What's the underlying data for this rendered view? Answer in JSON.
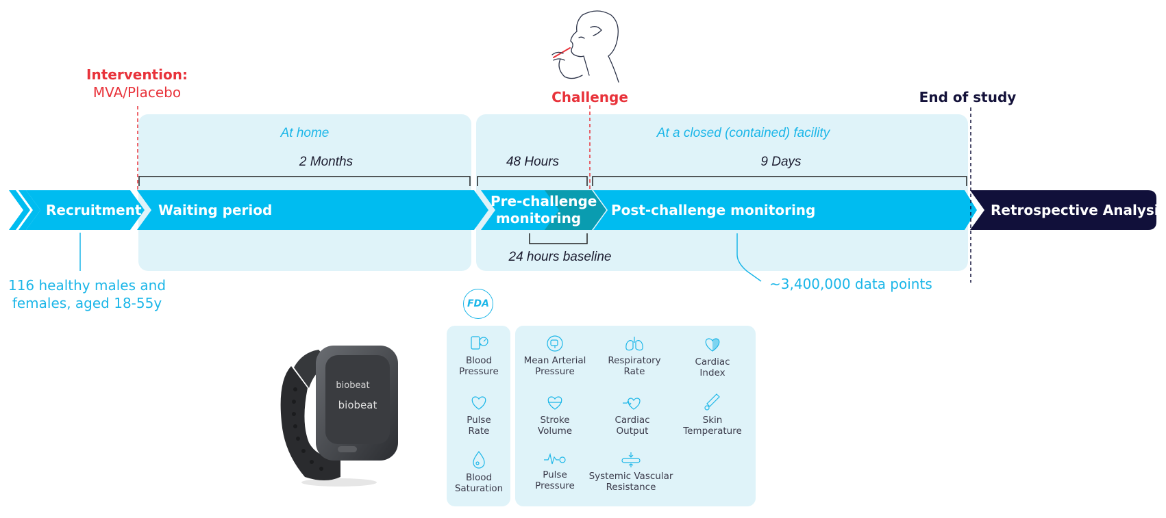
{
  "events": {
    "intervention_title": "Intervention:",
    "intervention_sub": "MVA/Placebo",
    "challenge": "Challenge",
    "end_of_study": "End of study"
  },
  "zones": {
    "home": "At home",
    "facility": "At a closed (contained) facility"
  },
  "durations": {
    "waiting": "2 Months",
    "pre": "48 Hours",
    "post": "9 Days",
    "baseline": "24 hours baseline"
  },
  "stages": {
    "recruitment": "Recruitment",
    "waiting": "Waiting period",
    "pre_line1": "Pre-challenge",
    "pre_line2": "monitoring",
    "post": "Post-challenge monitoring",
    "retro": "Retrospective Analysis"
  },
  "notes": {
    "participants_line1": "116 healthy males and",
    "participants_line2": "females, aged 18-55y",
    "data_points": "~3,400,000 data points"
  },
  "device": {
    "brand": "biobeat",
    "fda_label": "FDA"
  },
  "fda_metrics": [
    {
      "line1": "Blood",
      "line2": "Pressure",
      "icon": "blood-pressure-icon"
    },
    {
      "line1": "Pulse",
      "line2": "Rate",
      "icon": "heart-icon"
    },
    {
      "line1": "Blood",
      "line2": "Saturation",
      "icon": "drop-icon"
    }
  ],
  "other_metrics": [
    {
      "line1": "Mean Arterial",
      "line2": "Pressure",
      "icon": "gauge-icon"
    },
    {
      "line1": "Respiratory",
      "line2": "Rate",
      "icon": "lungs-icon"
    },
    {
      "line1": "Cardiac",
      "line2": "Index",
      "icon": "half-heart-icon"
    },
    {
      "line1": "Stroke",
      "line2": "Volume",
      "icon": "heart-split-icon"
    },
    {
      "line1": "Cardiac",
      "line2": "Output",
      "icon": "heart-pulse-icon"
    },
    {
      "line1": "Skin",
      "line2": "Temperature",
      "icon": "thermometer-icon"
    },
    {
      "line1": "Pulse",
      "line2": "Pressure",
      "icon": "waveform-icon"
    },
    {
      "line1": "Systemic Vascular",
      "line2": "Resistance",
      "icon": "vessel-icon"
    }
  ],
  "colors": {
    "cyan": "#00bcf0",
    "teal": "#0a9cb0",
    "navy": "#11103a",
    "panel": "#dff3f9",
    "red": "#e8323a"
  }
}
